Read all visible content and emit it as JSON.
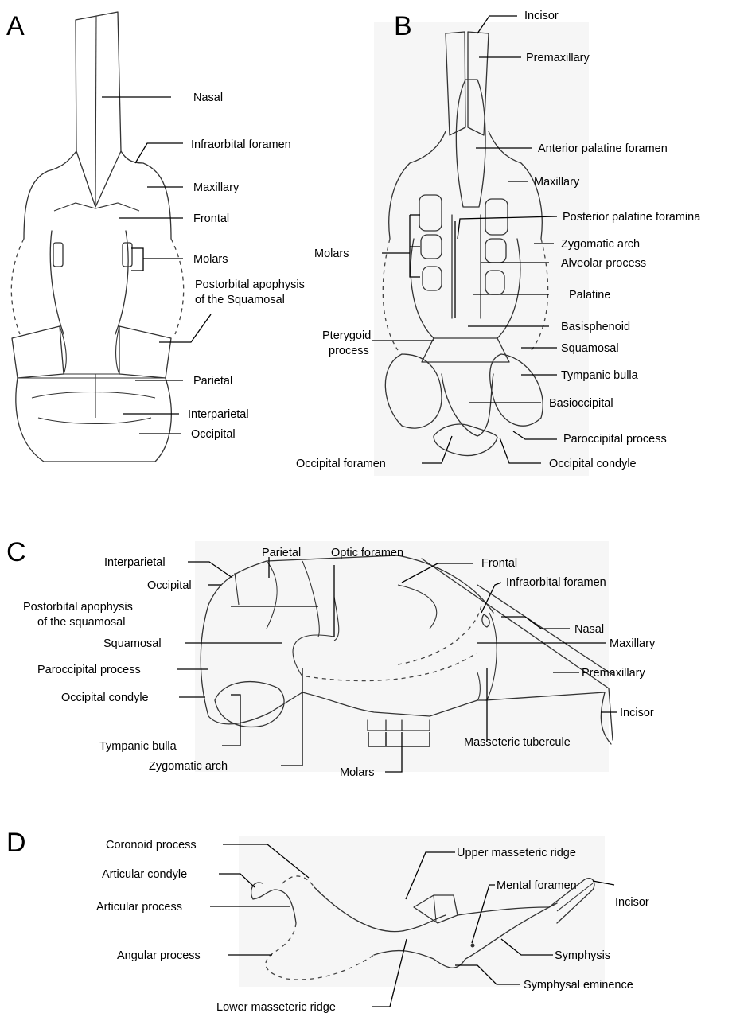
{
  "panels": {
    "A": {
      "letter": "A",
      "labels": {
        "nasal": "Nasal",
        "infraorbital_foramen": "Infraorbital foramen",
        "maxillary": "Maxillary",
        "frontal": "Frontal",
        "molars": "Molars",
        "postorbital_1": "Postorbital apophysis",
        "postorbital_2": "of the Squamosal",
        "parietal": "Parietal",
        "interparietal": "Interparietal",
        "occipital": "Occipital"
      }
    },
    "B": {
      "letter": "B",
      "labels": {
        "incisor": "Incisor",
        "premaxillary": "Premaxillary",
        "anterior_palatine_foramen": "Anterior palatine foramen",
        "maxillary": "Maxillary",
        "posterior_palatine_foramina": "Posterior palatine foramina",
        "zygomatic_arch": "Zygomatic arch",
        "molars": "Molars",
        "alveolar_process": "Alveolar  process",
        "palatine": "Palatine",
        "basisphenoid": "Basisphenoid",
        "pterygoid_1": "Pterygoid",
        "pterygoid_2": "process",
        "squamosal": "Squamosal",
        "tympanic_bulla": "Tympanic bulla",
        "basioccipital": "Basioccipital",
        "paroccipital_process": "Paroccipital process",
        "occipital_foramen": "Occipital foramen",
        "occipital_condyle": "Occipital condyle"
      }
    },
    "C": {
      "letter": "C",
      "labels": {
        "parietal": "Parietal",
        "optic_foramen": "Optic foramen",
        "frontal": "Frontal",
        "interparietal": "Interparietal",
        "infraorbital_foramen": "Infraorbital foramen",
        "occipital": "Occipital",
        "postorbital_1": "Postorbital apophysis",
        "postorbital_2": "of the squamosal",
        "nasal": "Nasal",
        "squamosal": "Squamosal",
        "maxillary": "Maxillary",
        "paroccipital_process": "Paroccipital process",
        "premaxillary": "Premaxillary",
        "occipital_condyle": "Occipital condyle",
        "incisor": "Incisor",
        "tympanic_bulla": "Tympanic bulla",
        "zygomatic_arch": "Zygomatic arch",
        "molars": "Molars",
        "masseteric_tubercule": "Masseteric tubercule"
      }
    },
    "D": {
      "letter": "D",
      "labels": {
        "coronoid_process": "Coronoid process",
        "upper_masseteric_ridge": "Upper masseteric ridge",
        "articular_condyle": "Articular condyle",
        "mental_foramen": "Mental foramen",
        "articular_process": "Articular process",
        "incisor": "Incisor",
        "angular_process": "Angular process",
        "symphysis": "Symphysis",
        "symphysal_eminence": "Symphysal eminence",
        "lower_masseteric_ridge": "Lower masseteric ridge"
      }
    }
  }
}
